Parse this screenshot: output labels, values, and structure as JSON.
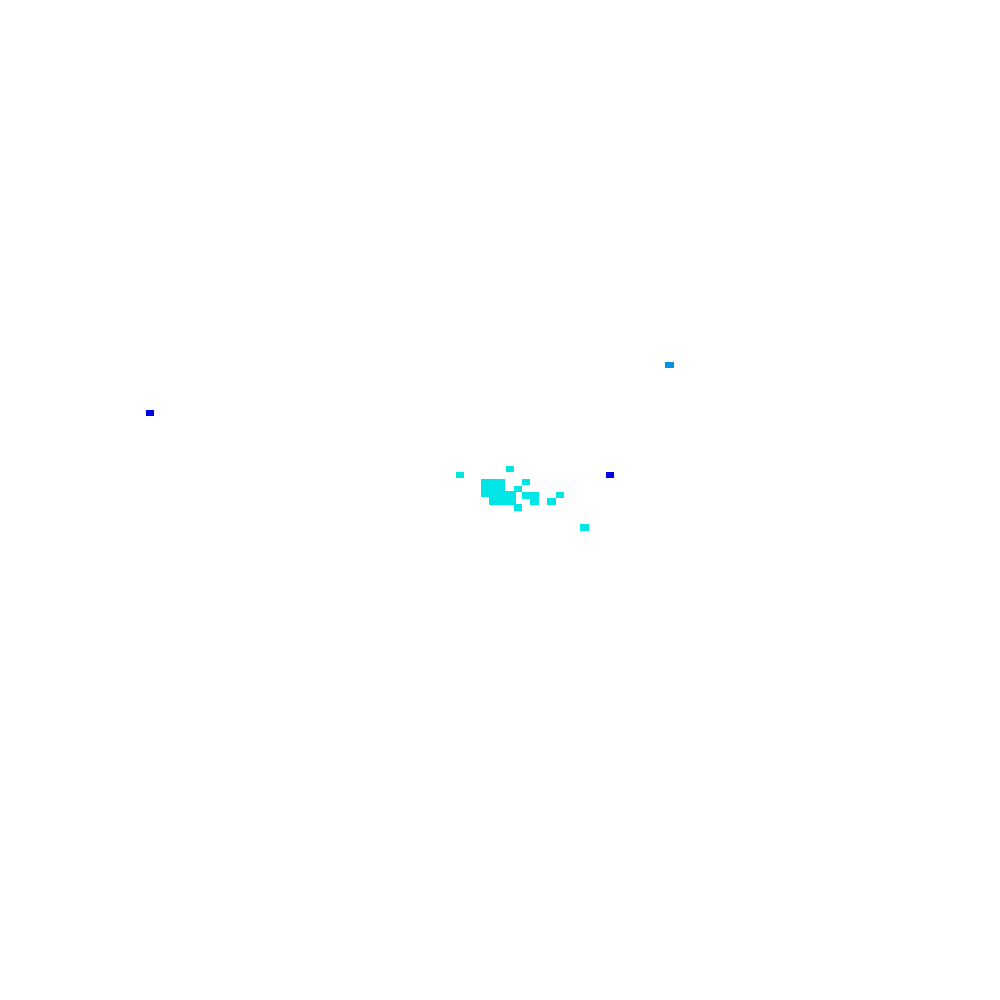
{
  "colors": {
    "background": "#ffffff",
    "cluster": "#00e5e5",
    "outlier_blue": "#0000e6",
    "outlier_light_blue": "#0a90e0"
  },
  "pixels": [
    {
      "id": "p1",
      "color": "cluster"
    },
    {
      "id": "p2",
      "color": "cluster"
    },
    {
      "id": "p3",
      "color": "cluster"
    },
    {
      "id": "p4",
      "color": "cluster"
    },
    {
      "id": "p5",
      "color": "cluster"
    },
    {
      "id": "p6",
      "color": "cluster"
    },
    {
      "id": "p7",
      "color": "cluster"
    },
    {
      "id": "p8",
      "color": "cluster"
    },
    {
      "id": "p9",
      "color": "cluster"
    },
    {
      "id": "p10",
      "color": "cluster"
    },
    {
      "id": "p11",
      "color": "cluster"
    },
    {
      "id": "p12",
      "color": "cluster"
    },
    {
      "id": "p13",
      "color": "outlier_blue"
    },
    {
      "id": "p14",
      "color": "outlier_blue"
    },
    {
      "id": "p15",
      "color": "outlier_light_blue"
    }
  ]
}
